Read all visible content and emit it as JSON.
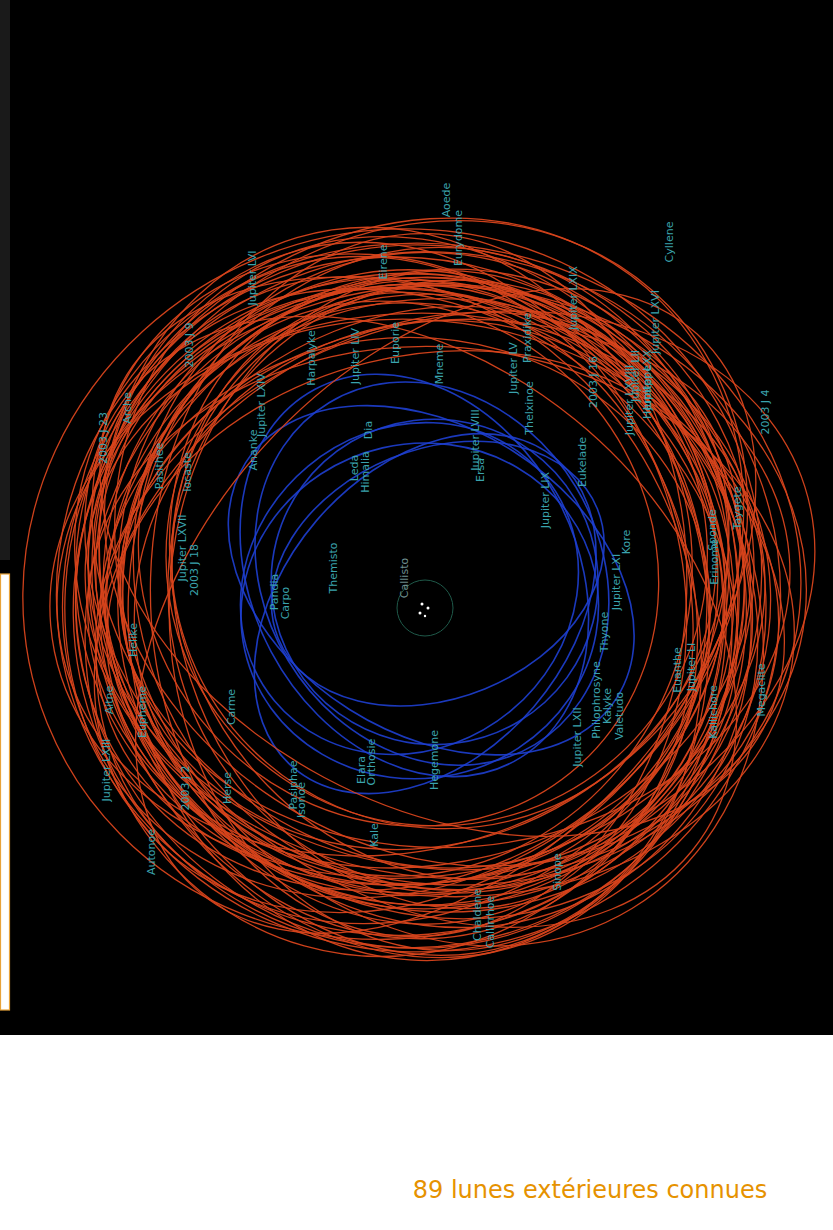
{
  "diagram": {
    "caption": "89 lunes extérieures connues",
    "labels": [
      "Aoede",
      "Eurydome",
      "Cyllene",
      "Jupiter LVI",
      "Eirene",
      "2003 J 9",
      "Jupiter LXIX",
      "Jupiter LXVI",
      "Jupiter LII",
      "Jupiter LXX",
      "Hermippe",
      "Jupiter LXVIII",
      "Praxidike",
      "Jupiter LV",
      "Euporie",
      "Jupiter LIV",
      "Harpalyke",
      "Mneme",
      "2003 J 23",
      "Arche",
      "Jupiter LXIV",
      "Ananke",
      "2003 J 16",
      "Thelxinoe",
      "2003 J 4",
      "Pasithee",
      "Iocaste",
      "Dia",
      "Jupiter LVIII",
      "Leda",
      "Himalia",
      "Ersa",
      "Eukelade",
      "Jupiter LIX",
      "Taygete",
      "Sponde",
      "Erinome",
      "Kore",
      "Jupiter LXVII",
      "2003 J 18",
      "Themisto",
      "Callisto",
      "Jupiter LXI",
      "Pandia",
      "Carpo",
      "Thyone",
      "Helike",
      "Euanthe",
      "Jupiter LI",
      "Megaclite",
      "Aitne",
      "Eupheme",
      "Carme",
      "Jupiter LXII",
      "Philophrosyne",
      "Kalyke",
      "Valetudo",
      "Kallichore",
      "Elara",
      "Orthosie",
      "Jupiter LXIII",
      "2003 J 2",
      "Herse",
      "Pasiphae",
      "Isonoe",
      "Hegemone",
      "Kale",
      "Autonoe",
      "Sinope",
      "Chaldene",
      "Callirrhoe"
    ]
  }
}
